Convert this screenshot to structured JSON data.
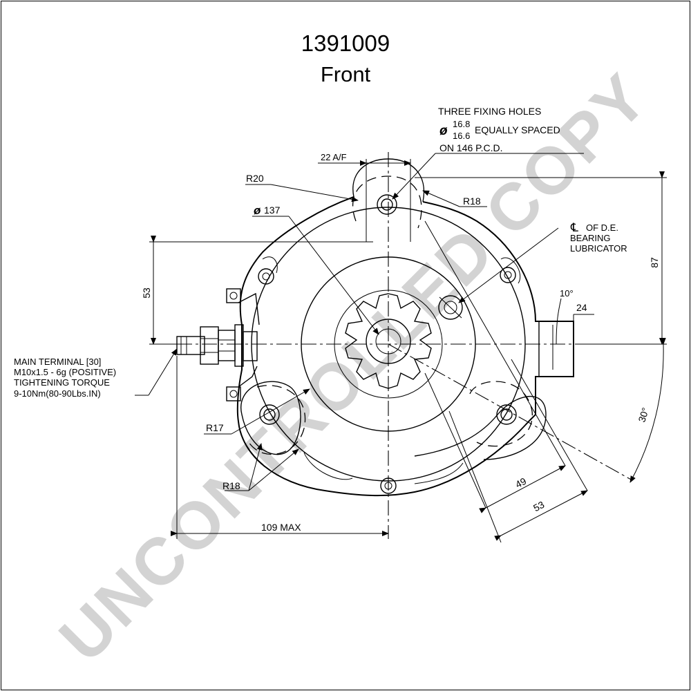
{
  "title": {
    "part_number": "1391009",
    "view": "Front"
  },
  "watermark": "UNCONTROLLED COPY",
  "annotations": {
    "fixing_holes_line1": "THREE FIXING HOLES",
    "fixing_holes_dia_upper": "16.8",
    "fixing_holes_dia_lower": "16.6",
    "fixing_holes_line2": "EQUALLY SPACED",
    "fixing_holes_line3": "ON 146 P.C.D.",
    "across_flats": "22 A/F",
    "r20": "R20",
    "r18_top": "R18",
    "dia_137": "137",
    "cl_line1": "OF D.E.",
    "cl_line2": "BEARING",
    "cl_line3": "LUBRICATOR",
    "dim_87": "87",
    "angle_10": "10°",
    "dim_24": "24",
    "dim_53_left": "53",
    "main_terminal_1": "MAIN TERMINAL [30]",
    "main_terminal_2": "M10x1.5 - 6g (POSITIVE)",
    "main_terminal_3": "TIGHTENING TORQUE",
    "main_terminal_4": "9-10Nm(80-90Lbs.IN)",
    "r17": "R17",
    "r18_bottom": "R18",
    "dim_109": "109 MAX",
    "dim_49": "49",
    "dim_53_diag": "53",
    "angle_30": "30°"
  },
  "colors": {
    "line": "#000000",
    "watermark": "#d3d3d3",
    "background": "#ffffff"
  }
}
